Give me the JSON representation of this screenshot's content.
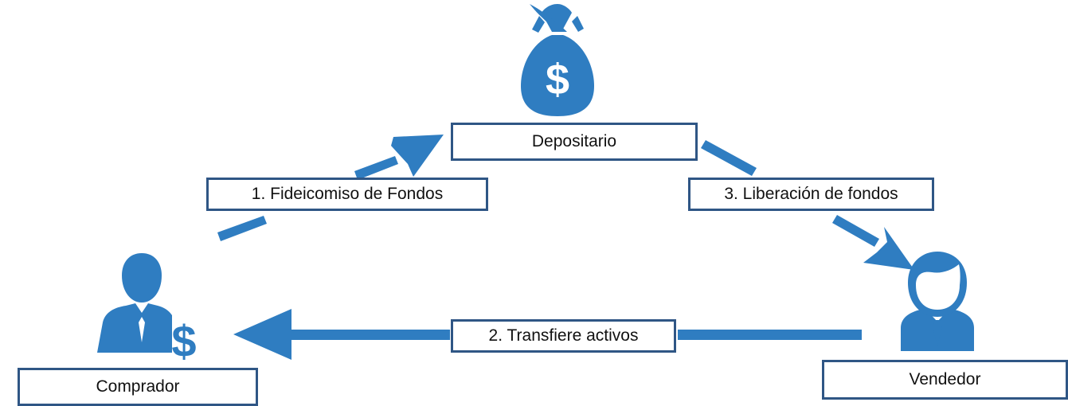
{
  "colors": {
    "icon_blue": "#2F7DC1",
    "box_border": "#2F5685",
    "text": "#111111"
  },
  "icons": {
    "money_bag": "money-bag-icon",
    "buyer": "buyer-with-dollar-icon",
    "seller": "businessman-icon"
  },
  "labels": {
    "depositario": "Depositario",
    "step1": "1. Fideicomiso de Fondos",
    "step3": "3. Liberación de fondos",
    "step2": "2. Transfiere activos",
    "comprador": "Comprador",
    "vendedor": "Vendedor",
    "bag_symbol": "$",
    "buyer_symbol": "$"
  }
}
